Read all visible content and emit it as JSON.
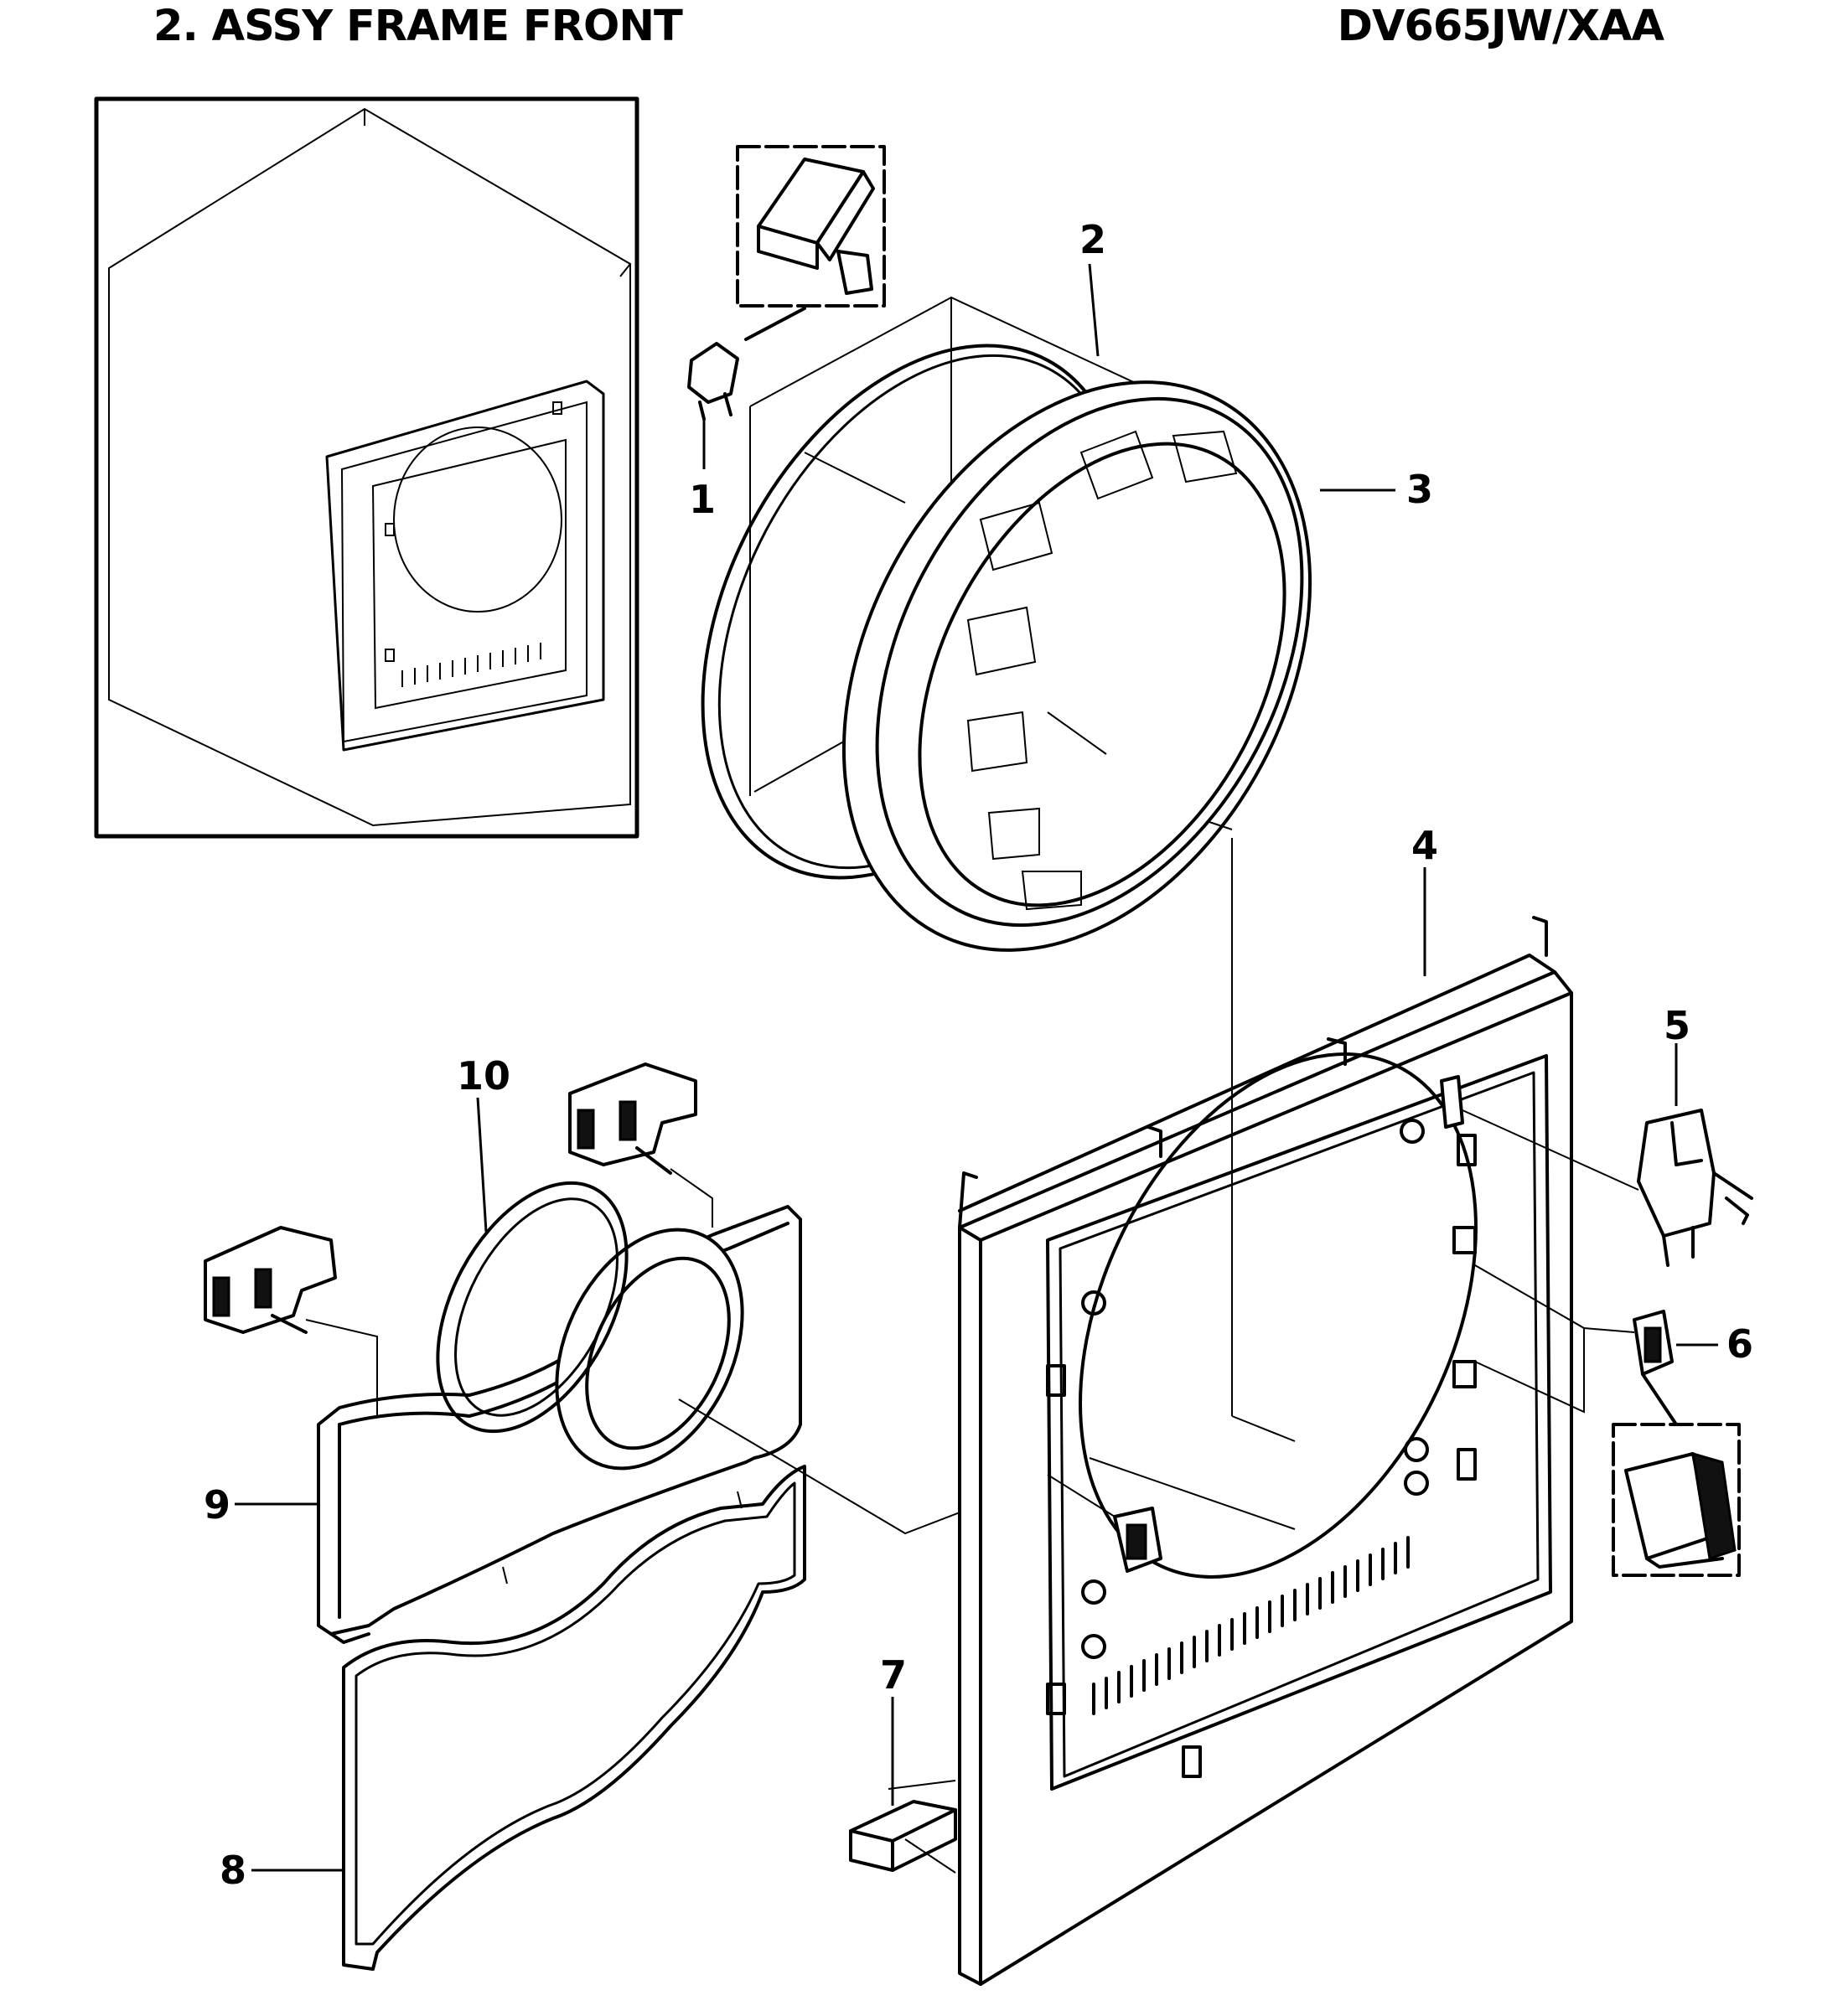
{
  "header": {
    "title": "2. ASSY FRAME FRONT",
    "model": "DV665JW/XAA"
  },
  "callouts": [
    "1",
    "2",
    "3",
    "4",
    "5",
    "6",
    "7",
    "8",
    "9",
    "10"
  ]
}
